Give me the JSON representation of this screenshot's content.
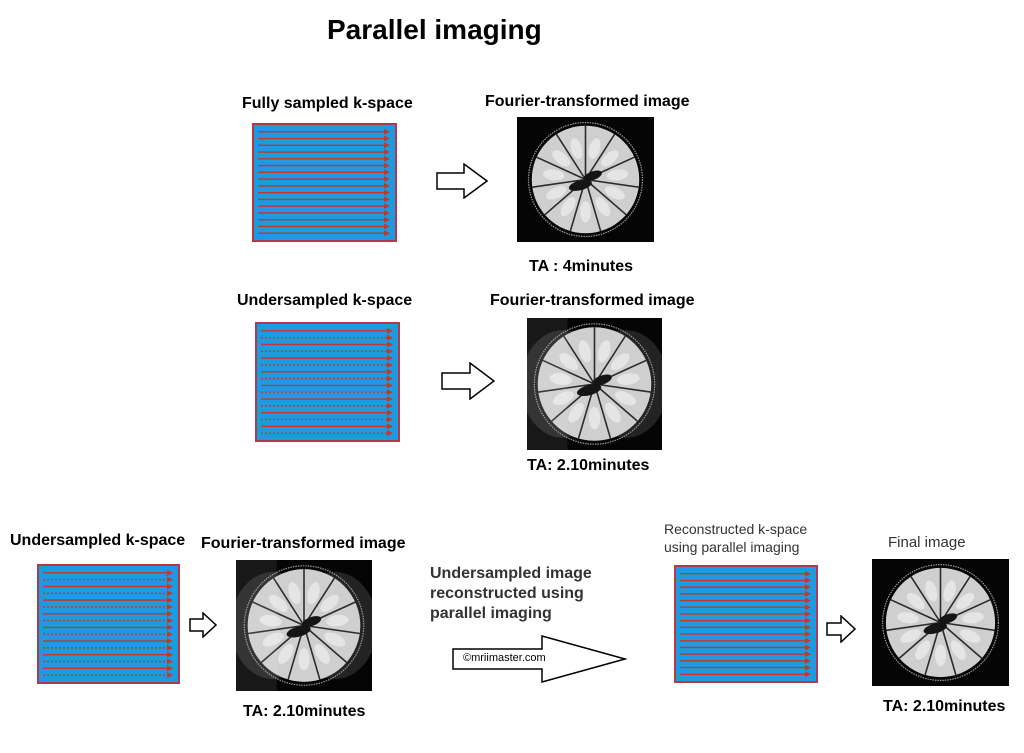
{
  "title": "Parallel imaging",
  "row1": {
    "kspace_label": "Fully sampled k-space",
    "image_label": "Fourier-transformed image",
    "ta": "TA : 4minutes"
  },
  "row2": {
    "kspace_label": "Undersampled k-space",
    "image_label": "Fourier-transformed image",
    "ta": "TA: 2.10minutes"
  },
  "row3": {
    "kspace_label": "Undersampled k-space",
    "image_label": "Fourier-transformed image",
    "ta": "TA: 2.10minutes",
    "recon_text": [
      "Undersampled image",
      "reconstructed using",
      "parallel imaging"
    ],
    "copyright": "©mriimaster.com",
    "recon_kspace_label": [
      "Reconstructed k-space",
      "using parallel imaging"
    ],
    "final_label": "Final image",
    "final_ta": "TA: 2.10minutes"
  },
  "colors": {
    "kspace_fill": "#1e9be0",
    "kspace_border": "#b03a48",
    "line_color": "#c0392b"
  }
}
